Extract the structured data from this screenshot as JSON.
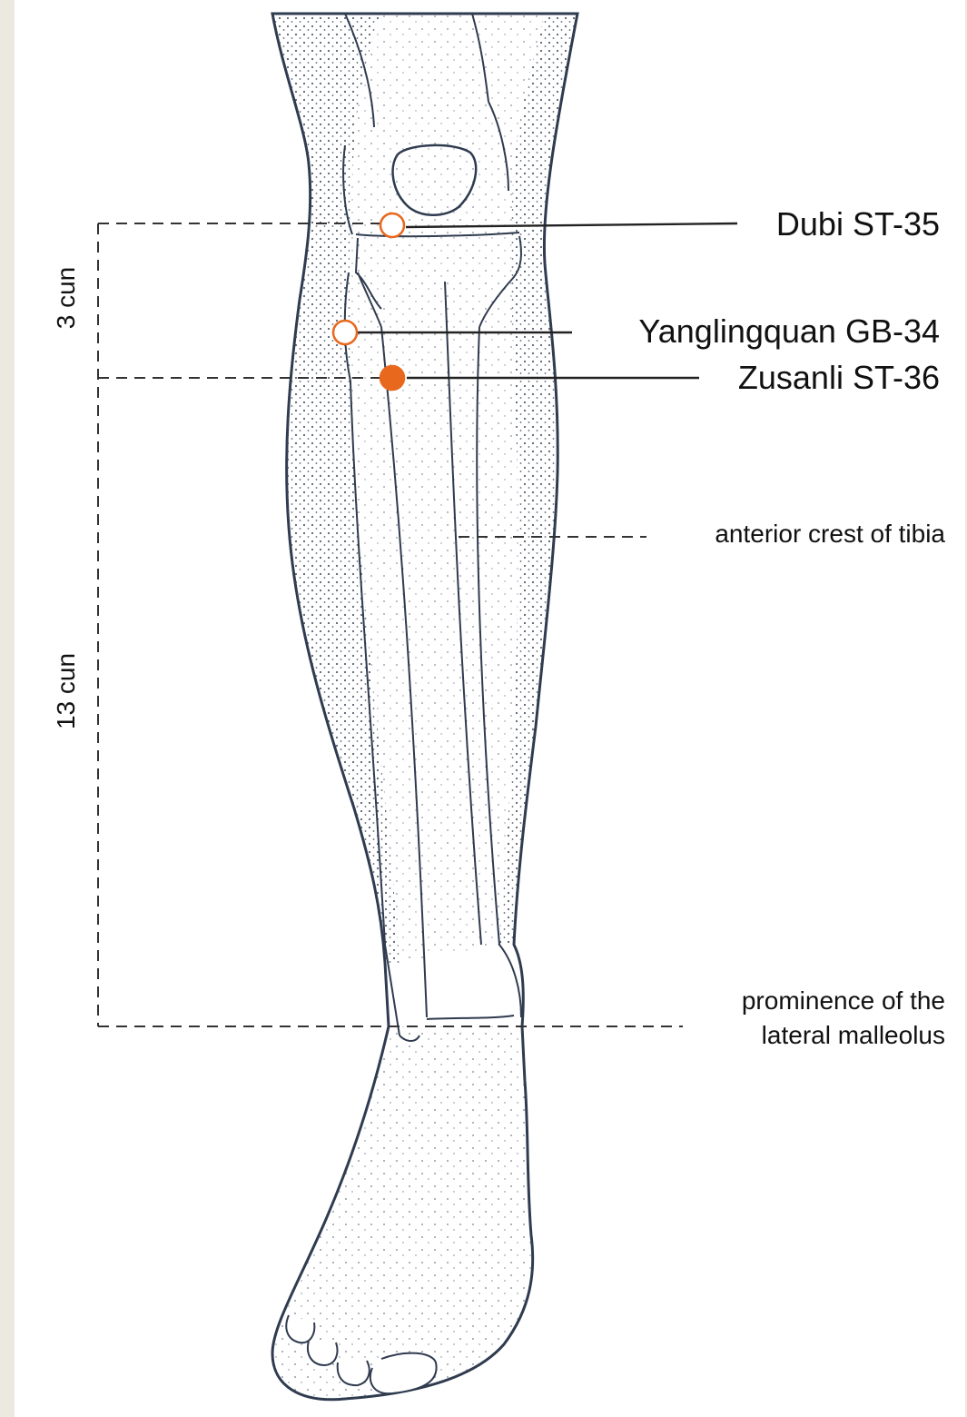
{
  "colors": {
    "accent": "#e8681e",
    "outline": "#2f3b4f",
    "stipple": "#3a4558",
    "background": "#ece9e1",
    "panel": "#ffffff"
  },
  "points": [
    {
      "name": "Dubi ST-35",
      "style": "hollow"
    },
    {
      "name": "Yanglingquan GB-34",
      "style": "hollow"
    },
    {
      "name": "Zusanli ST-36",
      "style": "filled"
    }
  ],
  "annotations": {
    "tibia": "anterior crest of tibia",
    "malleolus_line1": "prominence of the",
    "malleolus_line2": "lateral malleolus"
  },
  "measurements": {
    "upper": "3 cun",
    "lower": "13 cun"
  }
}
